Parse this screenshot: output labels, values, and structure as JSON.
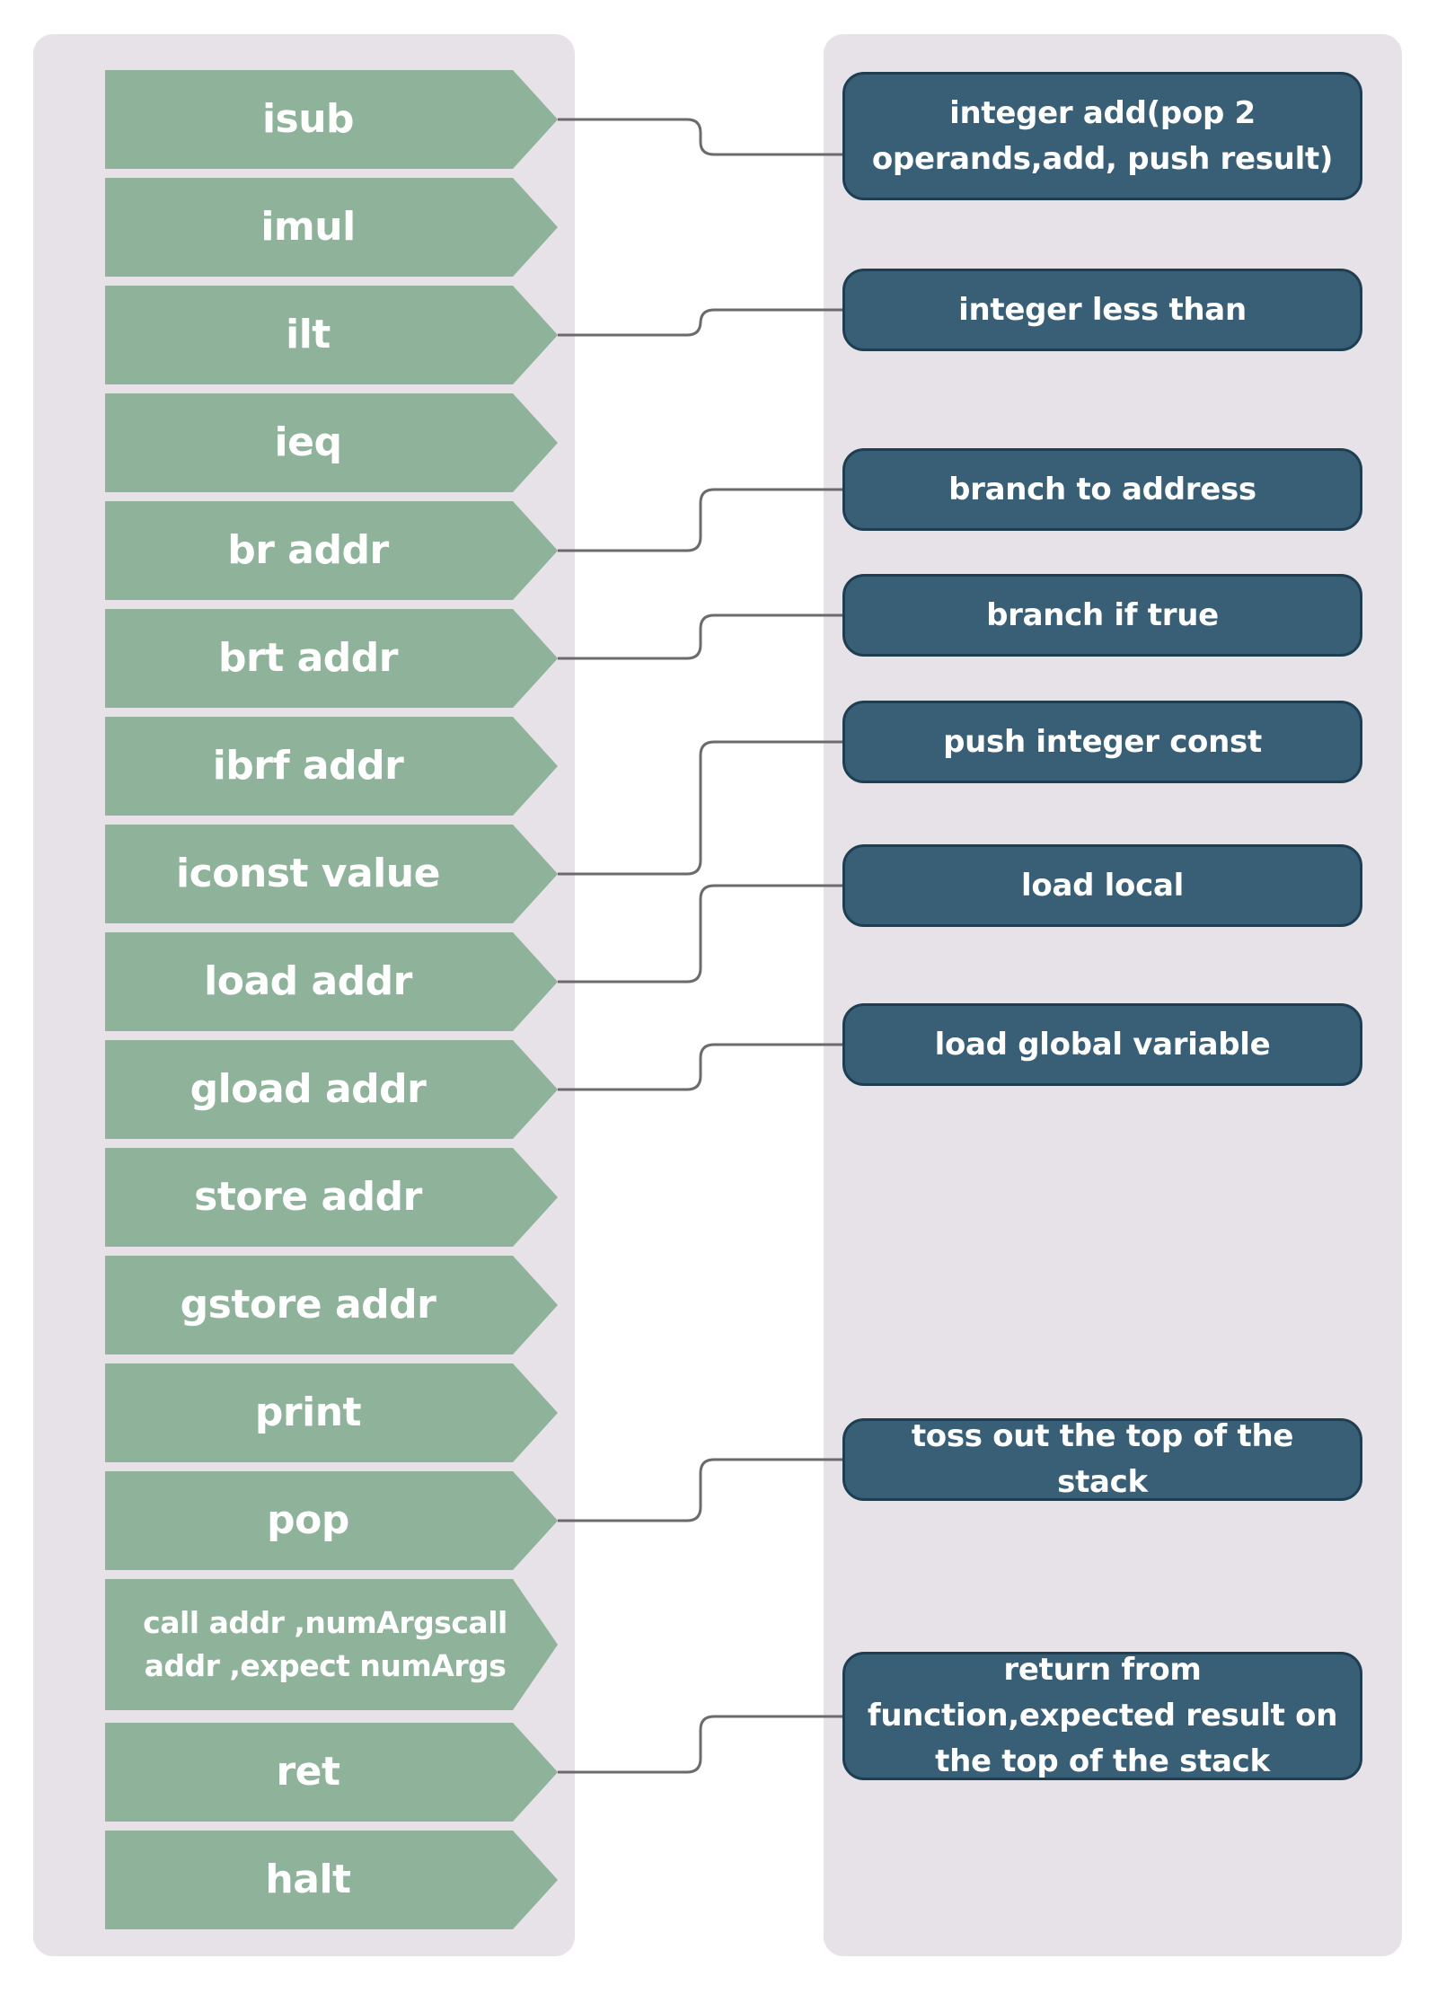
{
  "instructions": [
    {
      "label": "isub"
    },
    {
      "label": "imul"
    },
    {
      "label": "ilt"
    },
    {
      "label": "ieq"
    },
    {
      "label": "br addr"
    },
    {
      "label": "brt addr"
    },
    {
      "label": "ibrf addr"
    },
    {
      "label": "iconst value"
    },
    {
      "label": "load addr"
    },
    {
      "label": "gload addr"
    },
    {
      "label": "store addr"
    },
    {
      "label": "gstore addr"
    },
    {
      "label": "print"
    },
    {
      "label": "pop"
    },
    {
      "label": "call addr ,numArgscall addr ,expect numArgs"
    },
    {
      "label": "ret"
    },
    {
      "label": "halt"
    }
  ],
  "descriptions": [
    {
      "text": "integer add(pop 2 operands,add, push result)"
    },
    {
      "text": "integer less than"
    },
    {
      "text": "branch to address"
    },
    {
      "text": "branch if true"
    },
    {
      "text": "push integer const"
    },
    {
      "text": "load local"
    },
    {
      "text": "load global variable"
    },
    {
      "text": "toss out the top of the stack"
    },
    {
      "text": "return from function,expected result on the top of the stack"
    }
  ],
  "connections": [
    {
      "from": "isub",
      "to": "integer add(pop 2 operands,add, push result)"
    },
    {
      "from": "ilt",
      "to": "integer less than"
    },
    {
      "from": "br addr",
      "to": "branch to address"
    },
    {
      "from": "brt addr",
      "to": "branch if true"
    },
    {
      "from": "iconst value",
      "to": "push integer const"
    },
    {
      "from": "load addr",
      "to": "load local"
    },
    {
      "from": "gload addr",
      "to": "load global variable"
    },
    {
      "from": "pop",
      "to": "toss out the top of the stack"
    },
    {
      "from": "ret",
      "to": "return from function,expected result on the top of the stack"
    }
  ],
  "colors": {
    "instruction_fill": "#8eb39a",
    "description_fill": "#395f77",
    "description_border": "#1e3e52",
    "panel_fill": "#e7e2e7",
    "connector": "#6b6b6b"
  }
}
